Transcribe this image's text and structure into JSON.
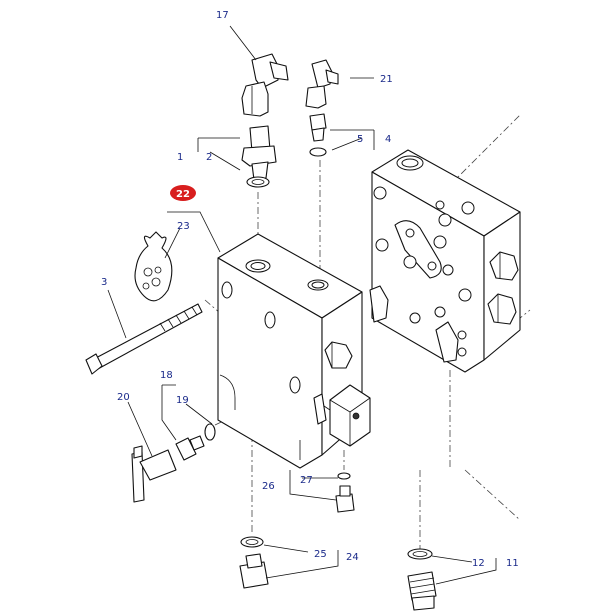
{
  "callouts": {
    "c1": "1",
    "c2": "2",
    "c3": "3",
    "c4": "4",
    "c5": "5",
    "c11": "11",
    "c12": "12",
    "c17": "17",
    "c18": "18",
    "c19": "19",
    "c20": "20",
    "c21": "21",
    "c22": "22",
    "c23": "23",
    "c24": "24",
    "c25": "25",
    "c26": "26",
    "c27": "27"
  },
  "colors": {
    "label": "#1a2a8a",
    "highlight_badge": "#d81e1e",
    "line": "#111111"
  }
}
